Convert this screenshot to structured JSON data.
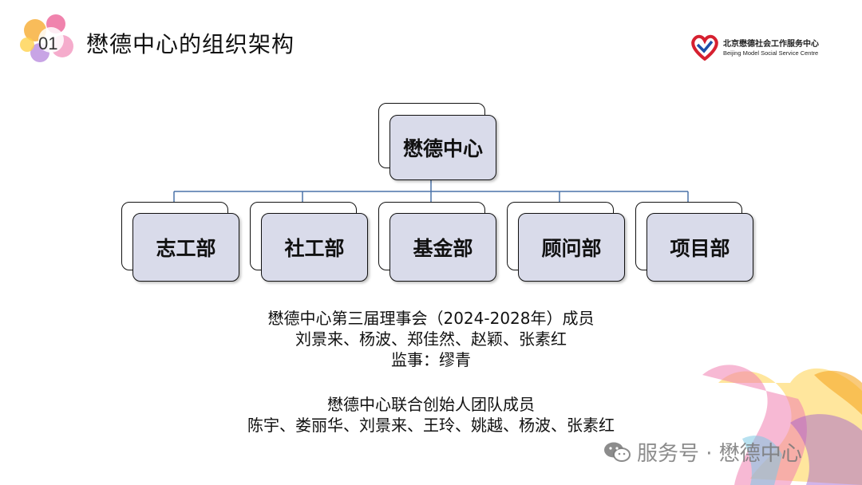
{
  "header": {
    "number": "01",
    "title": "懋德中心的组织架构"
  },
  "logo": {
    "name_cn": "北京懋德社会工作服务中心",
    "name_en": "Beijing Model Social Service Centre"
  },
  "org_chart": {
    "root": "懋德中心",
    "departments": [
      "志工部",
      "社工部",
      "基金部",
      "顾问部",
      "项目部"
    ]
  },
  "board": {
    "heading": "懋德中心第三届理事会（2024-2028年）成员",
    "members": "刘景来、杨波、郑佳然、赵颖、张素红",
    "supervisor": "监事：缪青"
  },
  "founders": {
    "heading": "懋德中心联合创始人团队成员",
    "members": "陈宇、娄丽华、刘景来、王玲、姚越、杨波、张素红"
  },
  "watermark": {
    "text": "服务号 · 懋德中心",
    "icon": "wechat-icon"
  }
}
